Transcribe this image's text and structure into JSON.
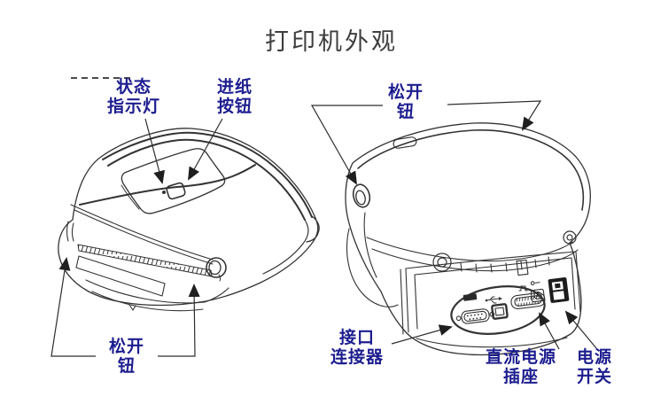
{
  "title": {
    "text": "打印机外观"
  },
  "colors": {
    "label": "#1d1d8f",
    "line": "#333333",
    "title": "#3e3e3e",
    "background": "#ffffff"
  },
  "labels": {
    "status_light": {
      "line1": "状态",
      "line2": "指示灯"
    },
    "feed_button": {
      "line1": "进纸",
      "line2": "按钮"
    },
    "release_button_rear": {
      "line1": "松开",
      "line2": "钮"
    },
    "release_button_front": {
      "line1": "松开",
      "line2": "钮"
    },
    "interface_connector": {
      "line1": "接口",
      "line2": "连接器"
    },
    "dc_power_socket": {
      "line1": "直流电源",
      "line2": "插座"
    },
    "power_switch": {
      "line1": "电源",
      "line2": "开关"
    }
  }
}
